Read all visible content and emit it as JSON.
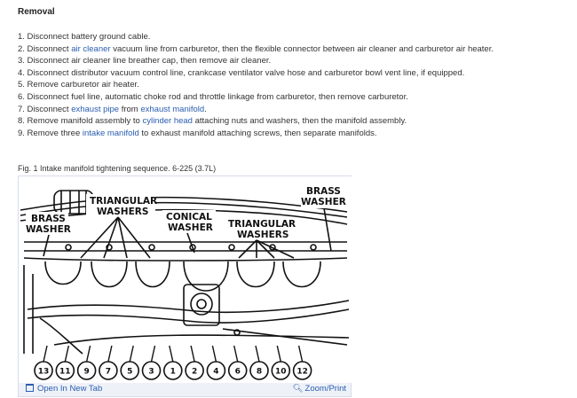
{
  "section": {
    "title": "Removal"
  },
  "steps": [
    {
      "parts": [
        {
          "text": "1. Disconnect battery ground cable."
        }
      ]
    },
    {
      "parts": [
        {
          "text": "2. Disconnect "
        },
        {
          "text": "air cleaner",
          "link": true
        },
        {
          "text": " vacuum line from carburetor, then the flexible connector between air cleaner and carburetor air heater."
        }
      ]
    },
    {
      "parts": [
        {
          "text": "3. Disconnect air cleaner line breather cap, then remove air cleaner."
        }
      ]
    },
    {
      "parts": [
        {
          "text": "4. Disconnect distributor vacuum control line, crankcase ventilator valve hose and carburetor bowl vent line, if equipped."
        }
      ]
    },
    {
      "parts": [
        {
          "text": "5. Remove carburetor air heater."
        }
      ]
    },
    {
      "parts": [
        {
          "text": "6. Disconnect fuel line, automatic choke rod and throttle linkage from carburetor, then remove carburetor."
        }
      ]
    },
    {
      "parts": [
        {
          "text": "7. Disconnect "
        },
        {
          "text": "exhaust pipe",
          "link": true
        },
        {
          "text": " from "
        },
        {
          "text": "exhaust manifold",
          "link": true
        },
        {
          "text": "."
        }
      ]
    },
    {
      "parts": [
        {
          "text": "8. Remove manifold assembly to "
        },
        {
          "text": "cylinder head",
          "link": true
        },
        {
          "text": " attaching nuts and washers, then the manifold assembly."
        }
      ]
    },
    {
      "parts": [
        {
          "text": "9. Remove three "
        },
        {
          "text": "intake manifold",
          "link": true
        },
        {
          "text": " to exhaust manifold attaching screws, then separate manifolds."
        }
      ]
    }
  ],
  "figure": {
    "caption": "Fig. 1 Intake manifold tightening sequence. 6-225 (3.7L)",
    "callouts": {
      "triangular_left_1": "TRIANGULAR",
      "triangular_left_2": "WASHERS",
      "brass_left_1": "BRASS",
      "brass_left_2": "WASHER",
      "conical_1": "CONICAL",
      "conical_2": "WASHER",
      "triangular_right_1": "TRIANGULAR",
      "triangular_right_2": "WASHERS",
      "brass_right_1": "BRASS",
      "brass_right_2": "WASHER"
    },
    "sequence_numbers": [
      "13",
      "11",
      "9",
      "7",
      "5",
      "3",
      "1",
      "2",
      "4",
      "6",
      "8",
      "10",
      "12"
    ],
    "open_tab_label": "Open In New Tab",
    "zoom_label": "Zoom/Print",
    "open_tab_icon": "open-tab-icon",
    "zoom_icon": "zoom-icon"
  },
  "colors": {
    "link": "#2a5db0",
    "figure_bg": "#eef2f8"
  }
}
